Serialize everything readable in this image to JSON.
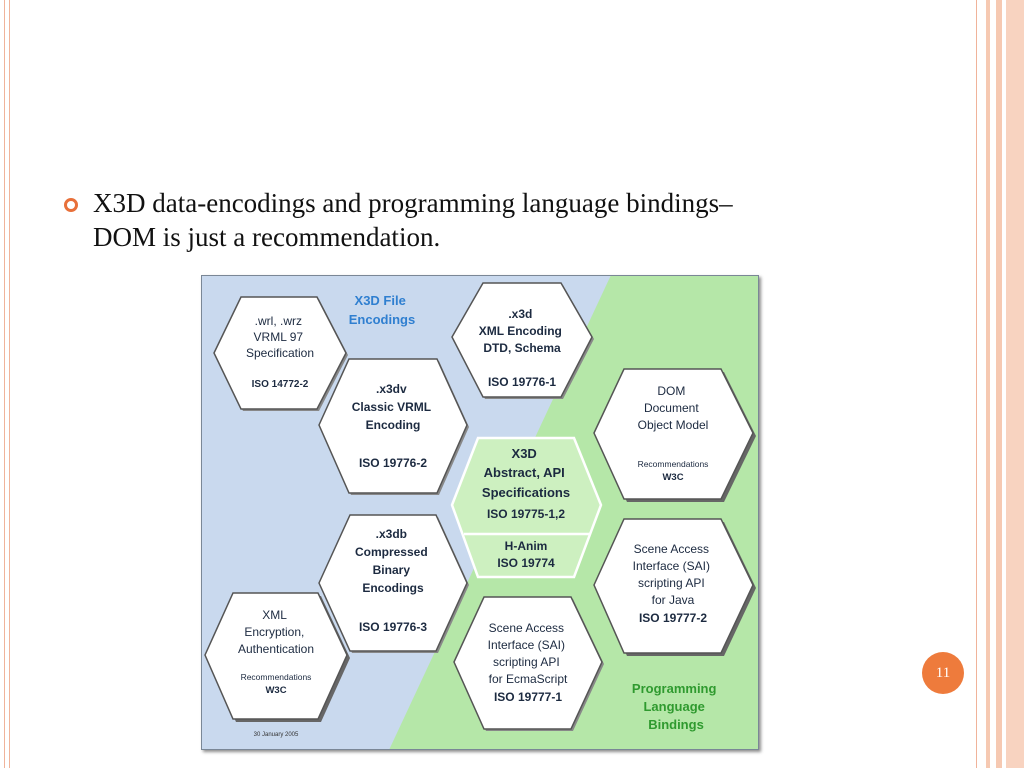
{
  "slide": {
    "bullet": "X3D data-encodings and programming language bindings– DOM is just a recommendation.",
    "page_number": "11",
    "accent_color": "#ee7b3c"
  },
  "diagram": {
    "file_encodings_label": [
      "X3D File",
      "Encodings"
    ],
    "language_bindings_label": [
      "Programming",
      "Language",
      "Bindings"
    ],
    "date": "30 January 2005",
    "hex_vrml97": {
      "lines": [
        ".wrl, .wrz",
        "VRML 97",
        "Specification"
      ],
      "standard": "ISO 14772-2"
    },
    "hex_x3d_xml": {
      "lines": [
        ".x3d",
        "XML Encoding",
        "DTD, Schema"
      ],
      "standard": "ISO 19776-1"
    },
    "hex_classic_vrml": {
      "lines": [
        ".x3dv",
        "Classic VRML",
        "Encoding"
      ],
      "standard": "ISO 19776-2"
    },
    "hex_dom": {
      "lines": [
        "DOM",
        "Document",
        "Object Model"
      ],
      "note": "Recommendations",
      "org": "W3C"
    },
    "hex_abstract": {
      "lines": [
        "X3D",
        "Abstract, API",
        "Specifications"
      ],
      "standard": "ISO 19775-1,2",
      "hanim": "H-Anim",
      "hanim_standard": "ISO 19774"
    },
    "hex_binary": {
      "lines": [
        ".x3db",
        "Compressed",
        "Binary",
        "Encodings"
      ],
      "standard": "ISO 19776-3"
    },
    "hex_sai_java": {
      "lines": [
        "Scene Access",
        "Interface (SAI)",
        "scripting API",
        "for Java"
      ],
      "standard": "ISO 19777-2"
    },
    "hex_xml_encryption": {
      "lines": [
        "XML",
        "Encryption,",
        "Authentication"
      ],
      "note": "Recommendations",
      "org": "W3C"
    },
    "hex_sai_ecma": {
      "lines": [
        "Scene Access",
        "Interface (SAI)",
        "scripting API",
        "for EcmaScript"
      ],
      "standard": "ISO 19777-1"
    }
  }
}
